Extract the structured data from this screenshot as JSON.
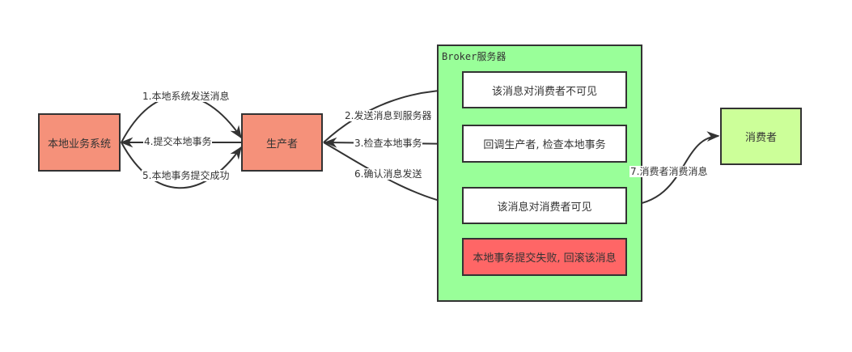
{
  "nodes": {
    "local_system": "本地业务系统",
    "producer": "生产者",
    "consumer": "消费者",
    "broker_title": "Broker服务器",
    "msg_invisible": "该消息对消费者不可见",
    "callback_check": "回调生产者, 检查本地事务",
    "msg_visible": "该消息对消费者可见",
    "rollback": "本地事务提交失败, 回滚该消息"
  },
  "edges": {
    "e1": "1.本地系统发送消息",
    "e2": "2.发送消息到服务器",
    "e3": "3.检查本地事务",
    "e4": "4.提交本地事务",
    "e5": "5.本地事务提交成功",
    "e6": "6.确认消息发送",
    "e7": "7.消费者消费消息"
  },
  "colors": {
    "salmon": "#f5917a",
    "broker": "#99ff99",
    "consumer": "#ccff99",
    "rollback": "#ff6666",
    "stroke": "#333333"
  }
}
